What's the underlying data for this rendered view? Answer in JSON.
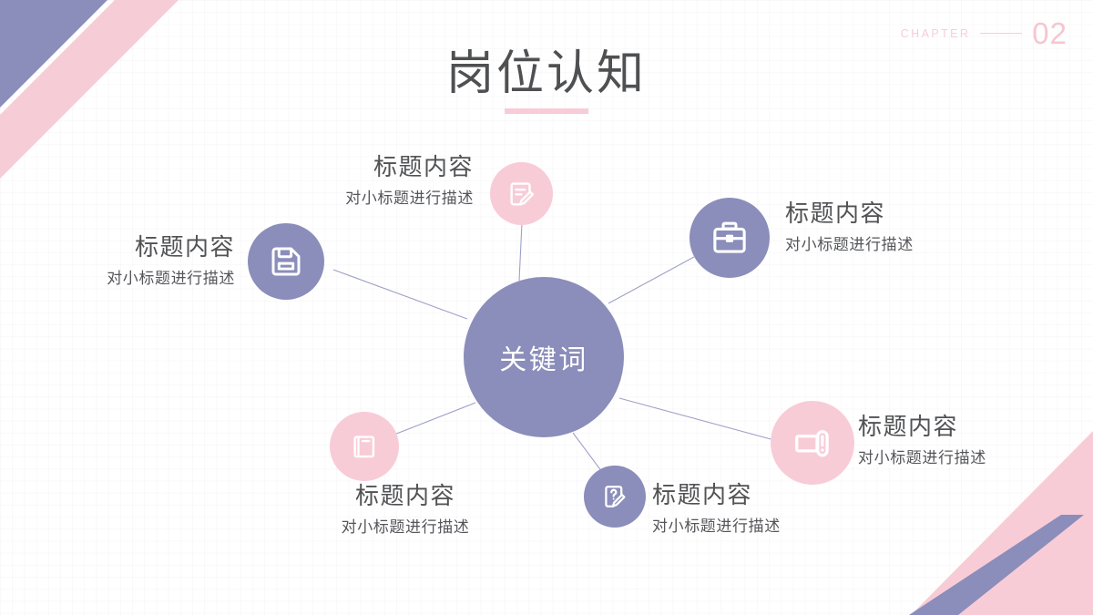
{
  "slide": {
    "background_color": "#ffffff",
    "grid": true
  },
  "header": {
    "chapter_label": "CHAPTER",
    "chapter_number": "02"
  },
  "title": {
    "text": "岗位认知",
    "underline_color": "#f8ccd7"
  },
  "hub": {
    "label": "关键词",
    "color": "#8b8dba"
  },
  "palette": {
    "purple": "#8b8dba",
    "pink": "#f8ccd7",
    "text_dark": "#515254",
    "connector": "#9a9cc4"
  },
  "nodes": [
    {
      "id": "node-note",
      "icon": "note-edit-icon",
      "circle_color": "#f8ccd7",
      "title": "标题内容",
      "desc": "对小标题进行描述",
      "align": "right"
    },
    {
      "id": "node-briefcase",
      "icon": "briefcase-icon",
      "circle_color": "#8b8dba",
      "title": "标题内容",
      "desc": "对小标题进行描述",
      "align": "left"
    },
    {
      "id": "node-save",
      "icon": "save-disk-icon",
      "circle_color": "#8b8dba",
      "title": "标题内容",
      "desc": "对小标题进行描述",
      "align": "right"
    },
    {
      "id": "node-scroll",
      "icon": "scroll-banner-icon",
      "circle_color": "#f8ccd7",
      "title": "标题内容",
      "desc": "对小标题进行描述",
      "align": "left"
    },
    {
      "id": "node-books",
      "icon": "books-stack-icon",
      "circle_color": "#f8ccd7",
      "title": "标题内容",
      "desc": "对小标题进行描述",
      "align": "center"
    },
    {
      "id": "node-question",
      "icon": "question-doc-edit-icon",
      "circle_color": "#8b8dba",
      "title": "标题内容",
      "desc": "对小标题进行描述",
      "align": "left"
    }
  ]
}
